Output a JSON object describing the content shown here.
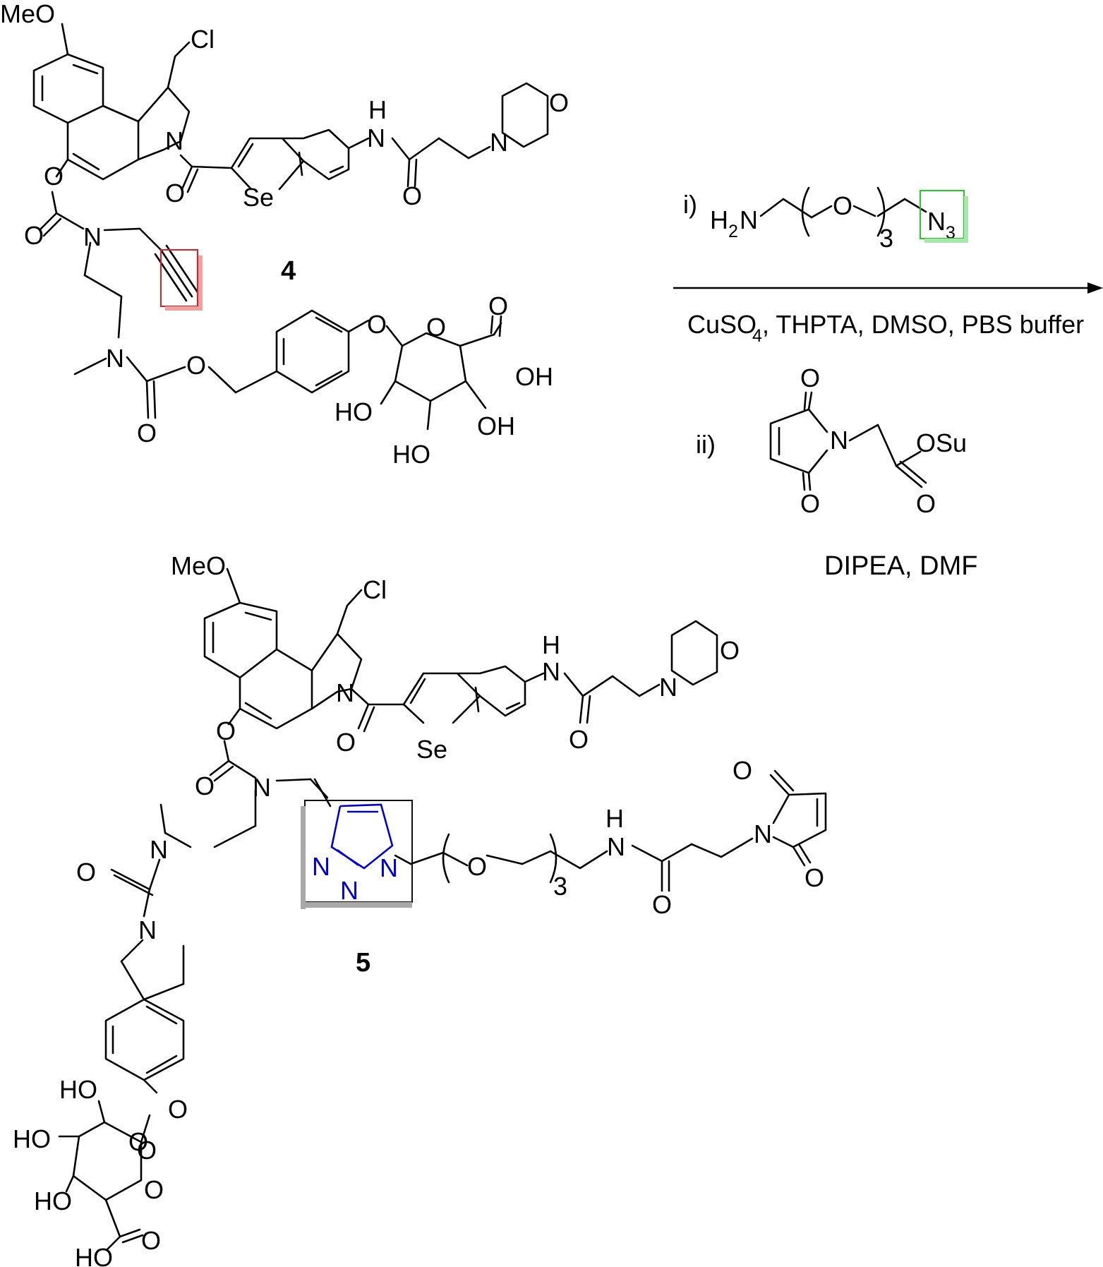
{
  "colors": {
    "alkyne_highlight": "#e02020",
    "azide_highlight": "#22cc22",
    "triazole_atoms": "#0000d0",
    "triazole_box": "#111111"
  },
  "compounds": [
    {
      "number": "4",
      "atom_labels": [
        "MeO",
        "Cl",
        "N",
        "O",
        "O",
        "N",
        "O",
        "Se",
        "N",
        "H",
        "O",
        "N",
        "O",
        "N",
        "O",
        "O",
        "O",
        "O",
        "O",
        "OH",
        "HO",
        "OH",
        "HO"
      ]
    },
    {
      "number": "5",
      "atom_labels": [
        "MeO",
        "Cl",
        "N",
        "O",
        "O",
        "N",
        "O",
        "Se",
        "N",
        "H",
        "O",
        "N",
        "O",
        "N",
        "N",
        "N",
        "N",
        "N",
        "O",
        "O",
        "O",
        "N",
        "H",
        "O",
        "N",
        "O",
        "O",
        "O",
        "HO",
        "HO",
        "HO",
        "O",
        "O",
        "HO",
        "O"
      ]
    }
  ],
  "reagents": {
    "step_i": {
      "label": "i)",
      "amine": "H",
      "amine_sub": "2",
      "amine_n": "N",
      "ether_o": "O",
      "repeat": "3",
      "azide": "N",
      "azide_sub": "3",
      "conditions_a": "CuSO",
      "conditions_sub": "4",
      "conditions_b": ", THPTA, DMSO, PBS buffer"
    },
    "step_ii": {
      "label": "ii)",
      "ring_n": "N",
      "oxo_top": "O",
      "oxo_bottom": "O",
      "ester": "OSu",
      "carbonyl_o": "O",
      "conditions": "DIPEA, DMF"
    }
  },
  "product_linker": {
    "repeat": "3"
  }
}
